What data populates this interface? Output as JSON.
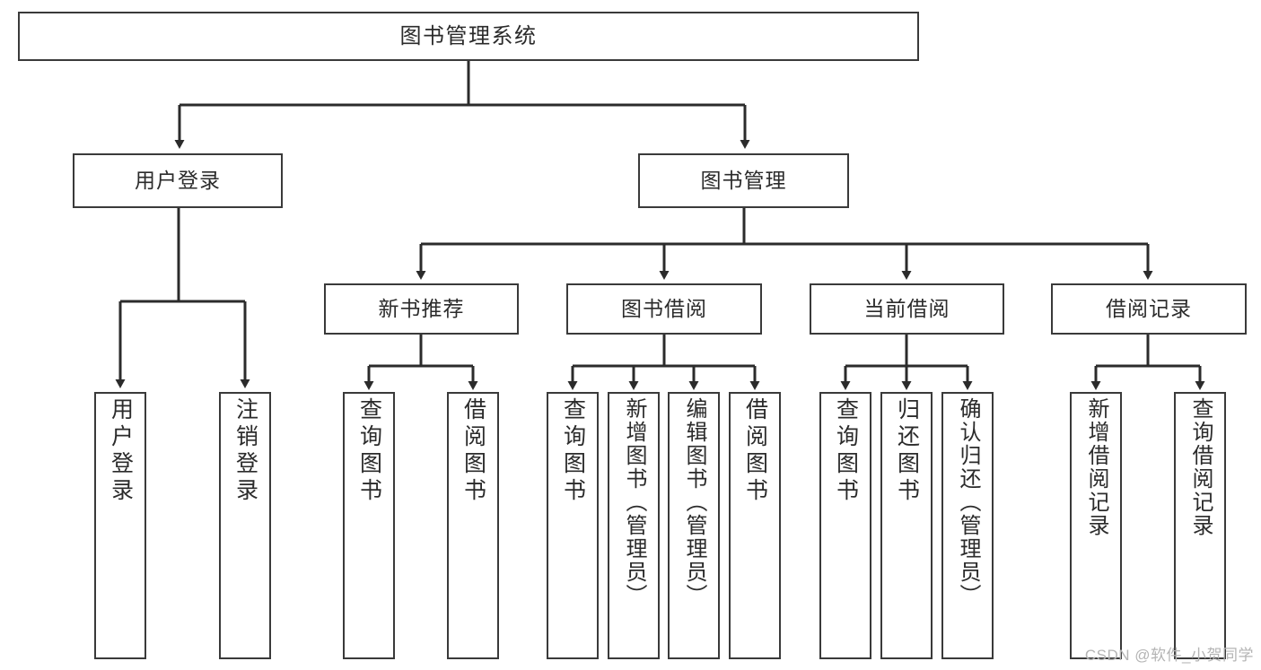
{
  "diagram": {
    "title": "图书管理系统",
    "type": "tree",
    "watermark": "CSDN @软件_小贺同学",
    "colors": {
      "stroke": "#3a3a3a",
      "fill": "#ffffff",
      "text": "#2b2b2b",
      "watermark": "#b4b4b4"
    },
    "root": {
      "label": "图书管理系统"
    },
    "level2": [
      {
        "label": "用户登录"
      },
      {
        "label": "图书管理"
      }
    ],
    "level3": [
      {
        "label": "新书推荐"
      },
      {
        "label": "图书借阅"
      },
      {
        "label": "当前借阅"
      },
      {
        "label": "借阅记录"
      }
    ],
    "leaves": {
      "user_login": [
        {
          "label": "用户登录"
        },
        {
          "label": "注销登录"
        }
      ],
      "new_book": [
        {
          "label": "查询图书"
        },
        {
          "label": "借阅图书"
        }
      ],
      "book_borrow": [
        {
          "label": "查询图书"
        },
        {
          "label": "新增图书（管理员）"
        },
        {
          "label": "编辑图书（管理员）"
        },
        {
          "label": "借阅图书"
        }
      ],
      "current_borrow": [
        {
          "label": "查询图书"
        },
        {
          "label": "归还图书"
        },
        {
          "label": "确认归还（管理员）"
        }
      ],
      "borrow_record": [
        {
          "label": "新增借阅记录"
        },
        {
          "label": "查询借阅记录"
        }
      ]
    }
  }
}
